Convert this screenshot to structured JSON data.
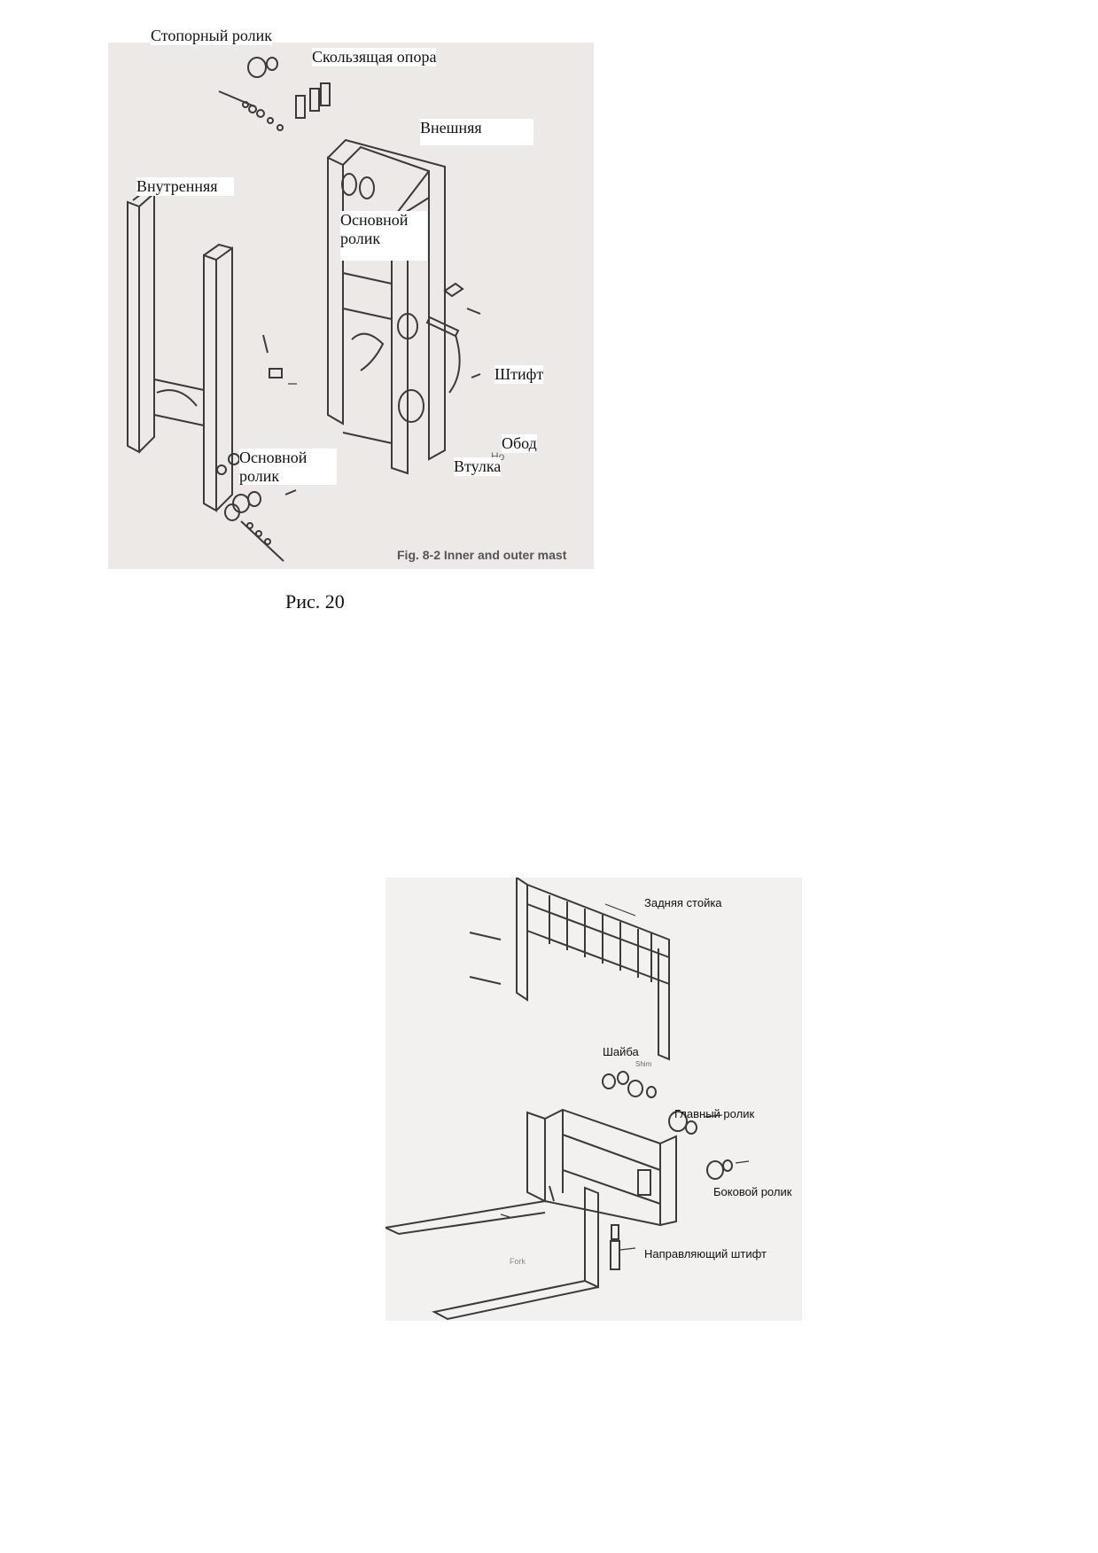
{
  "figure1": {
    "labels": {
      "stop_roller": "Стопорный ролик",
      "slide_support": "Скользящая опора",
      "outer": "Внешняя",
      "inner": "Внутренняя",
      "main_roller_top_1": "Основной",
      "main_roller_top_2": "ролик",
      "pin": "Штифт",
      "rim": "Обод",
      "bushing": "Втулка",
      "main_roller_bottom_1": "Основной",
      "main_roller_bottom_2": "ролик",
      "ho_fragment": "Ho"
    },
    "english_caption": "Fig. 8-2 Inner and outer mast",
    "caption": "Рис. 20"
  },
  "figure2": {
    "labels": {
      "rear_post": "Задняя стойка",
      "washer": "Шайба",
      "shim_fragment": "Shim",
      "main_roller": "Главный ролик",
      "side_roller": "Боковой ролик",
      "guide_pin": "Направляющий штифт",
      "fork_fragment": "Fork"
    }
  }
}
